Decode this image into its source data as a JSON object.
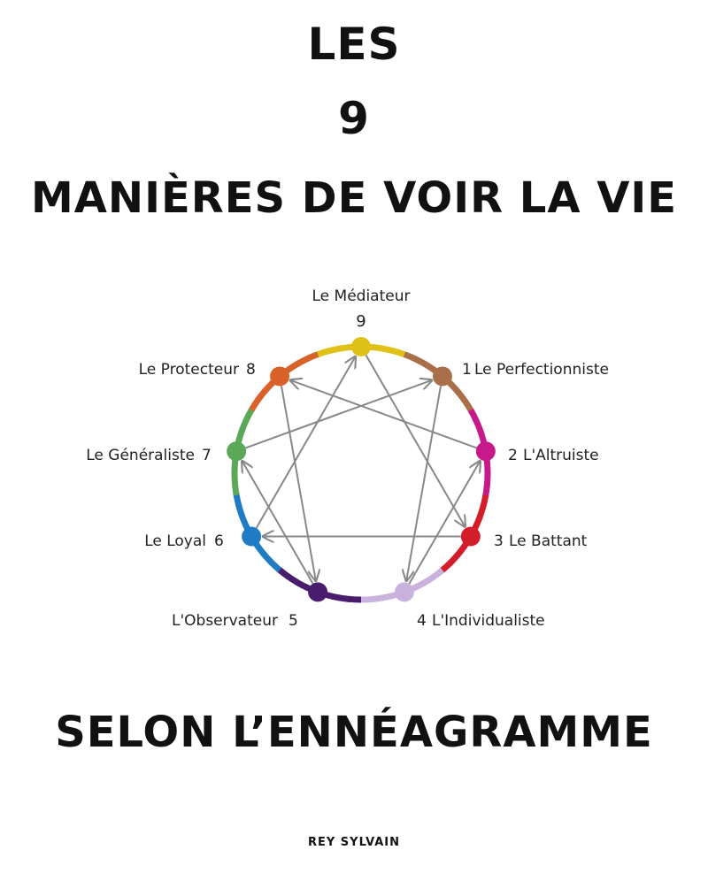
{
  "cover": {
    "title_line1": "LES",
    "title_line2": "9",
    "title_line3": "MANIÈRES DE VOIR LA VIE",
    "subtitle": "SELON L’ENNÉAGRAMME",
    "author": "REY SYLVAIN"
  },
  "enneagram": {
    "points": [
      {
        "number": "9",
        "label": "Le Médiateur",
        "color": "#e0c117"
      },
      {
        "number": "1",
        "label": "Le Perfectionniste",
        "color": "#a86f4a"
      },
      {
        "number": "2",
        "label": "L'Altruiste",
        "color": "#c8198a"
      },
      {
        "number": "3",
        "label": "Le Battant",
        "color": "#d41d2a"
      },
      {
        "number": "4",
        "label": "L'Individualiste",
        "color": "#c9b3dc"
      },
      {
        "number": "5",
        "label": "L'Observateur",
        "color": "#4a1c6e"
      },
      {
        "number": "6",
        "label": "Le Loyal",
        "color": "#1f7cc4"
      },
      {
        "number": "7",
        "label": "Le Généraliste",
        "color": "#5aa858"
      },
      {
        "number": "8",
        "label": "Le Protecteur",
        "color": "#d9622a"
      }
    ],
    "line_color": "#888888"
  }
}
